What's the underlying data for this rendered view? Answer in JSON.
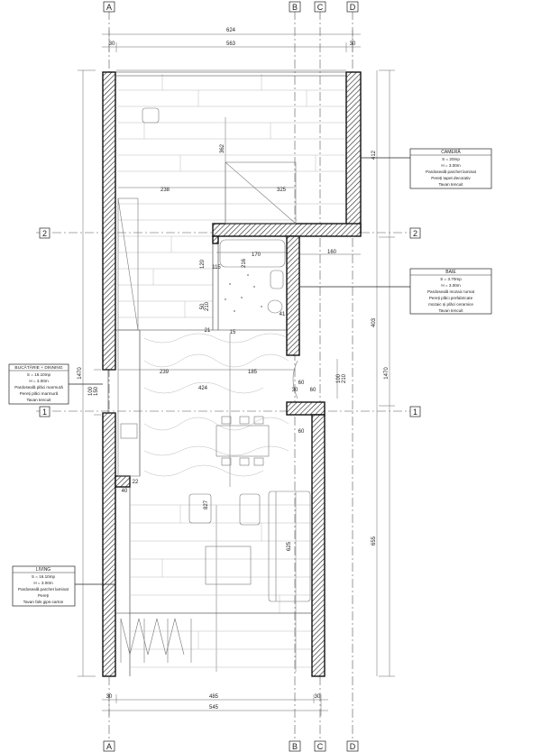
{
  "grid": {
    "columns": [
      "A",
      "B",
      "C",
      "D"
    ],
    "rows": [
      "2",
      "1"
    ]
  },
  "dimensions": {
    "top_total": "624",
    "top_inner": "563",
    "top_left_wall": "30",
    "top_right_wall": "30",
    "bottom_total": "545",
    "bottom_inner": "485",
    "bottom_left_wall": "30",
    "bottom_right_wall": "30",
    "left_total": "1470",
    "right_total": "1470",
    "right_upper": "412",
    "right_middle": "403",
    "right_lower": "655",
    "bedroom_height": "362",
    "bedroom_width_left": "238",
    "bedroom_width_right": "325",
    "bath_width": "170",
    "bath_depth": "216",
    "bath_side": "115",
    "bath_h": "120",
    "bath_step": "160",
    "bath_small_1": "50",
    "bath_small_2": "210",
    "bath_small_3": "41",
    "bath_small_4": "21",
    "bath_small_5": "15",
    "kitchen_width_left": "239",
    "kitchen_width_right": "185",
    "kitchen_depth": "424",
    "kitchen_door_1": "60",
    "kitchen_door_2": "30",
    "kitchen_door_3": "60",
    "kitchen_door_4": "100",
    "kitchen_door_5": "210",
    "left_door_1": "100",
    "left_door_2": "150",
    "niche_1": "40",
    "niche_2": "22",
    "living_depth": "827",
    "living_width": "625"
  },
  "rooms": {
    "bedroom": {
      "name": "CAMERĂ",
      "area": "S = 20mp",
      "height": "H = 3.00m",
      "floor": "Pardoseală parchet laminat",
      "walls": "Pereți tapet decorativ",
      "ceiling": "Tavan tencuit"
    },
    "bath": {
      "name": "BAIE",
      "area": "S = 3.70mp",
      "height": "H = 3.00m",
      "floor": "Pardoseală mozaic turnat",
      "walls_1": "Pereți plăci prefabricate",
      "walls_2": "mozaic și plăci ceramice",
      "ceiling": "Tavan tencuit"
    },
    "kitchen": {
      "name": "BUCĂTĂRIE + DINNING",
      "area": "S = 16.10mp",
      "height": "H = 3.00m",
      "floor": "Pardoseală plăci marmură",
      "walls": "Pereți plăci marmură",
      "ceiling": "Tavan tencuit"
    },
    "living": {
      "name": "LIVING",
      "area": "S = 16.10mp",
      "height": "H = 3.00m",
      "floor": "Pardoseală parchet laminat",
      "walls": "Pereți",
      "ceiling": "Tavan fals gips-carton"
    }
  },
  "colors": {
    "wall_stroke": "#111111",
    "line": "#555555",
    "furniture": "#777777"
  }
}
